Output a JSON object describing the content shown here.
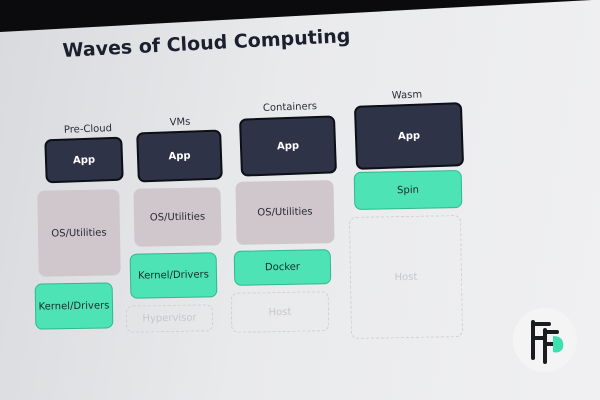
{
  "slide": {
    "title": "Waves of Cloud Computing",
    "columns": [
      {
        "label": "Pre-Cloud",
        "layers": [
          "App",
          "OS/Utilities",
          "Kernel/Drivers"
        ]
      },
      {
        "label": "VMs",
        "layers": [
          "App",
          "OS/Utilities",
          "Kernel/Drivers",
          "Hypervisor"
        ]
      },
      {
        "label": "Containers",
        "layers": [
          "App",
          "OS/Utilities",
          "Docker",
          "Host"
        ]
      },
      {
        "label": "Wasm",
        "layers": [
          "App",
          "Spin",
          "Host"
        ]
      }
    ]
  },
  "colors": {
    "app": "#2e3347",
    "os": "#cfc7cc",
    "accent_green": "#4de3b4",
    "ghost_border": "#cfd0d4"
  },
  "logo": {
    "icon": "fermyon-logo-icon"
  }
}
